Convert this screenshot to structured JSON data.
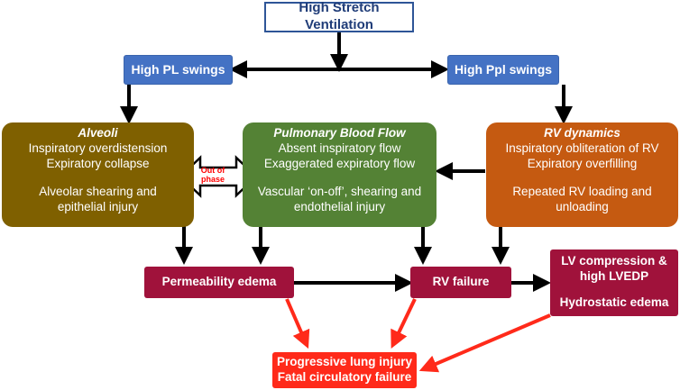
{
  "top": {
    "label": "High Stretch Ventilation"
  },
  "swings": {
    "pl": "High PL swings",
    "ppl": "High Ppl swings"
  },
  "alveoli": {
    "title": "Alveoli",
    "lines": [
      "Inspiratory overdistension",
      "Expiratory collapse",
      "Alveolar shearing and",
      "epithelial injury"
    ]
  },
  "blood_flow": {
    "title": "Pulmonary Blood Flow",
    "lines": [
      "Absent inspiratory flow",
      "Exaggerated expiratory flow",
      "Vascular ‘on-off’, shearing and",
      "endothelial injury"
    ]
  },
  "rv_dynamics": {
    "title": "RV dynamics",
    "lines": [
      "Inspiratory obliteration of RV",
      "Expiratory overfilling",
      "Repeated RV loading and",
      "unloading"
    ]
  },
  "out_of_phase": "Out of phase",
  "outcomes": {
    "edema": "Permeability edema",
    "rv_failure": "RV failure",
    "lv": [
      "LV compression &",
      "high LVEDP",
      "Hydrostatic edema"
    ],
    "final": [
      "Progressive lung injury",
      "Fatal circulatory failure"
    ]
  },
  "colors": {
    "blue": "#4472c4",
    "olive": "#7f6000",
    "green": "#548235",
    "orange": "#c55a11",
    "maroon": "#a0123b",
    "red": "#ff2a1a"
  }
}
